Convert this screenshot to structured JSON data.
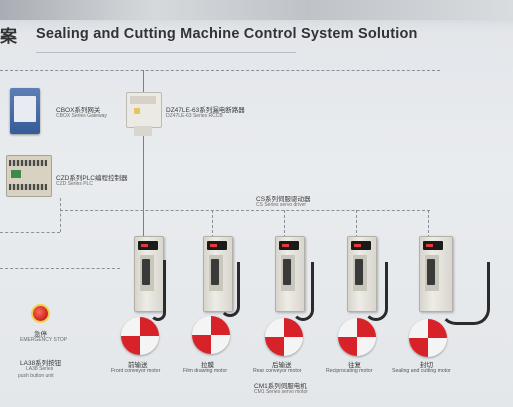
{
  "title_left": "案",
  "title": "Sealing and Cutting Machine Control System Solution",
  "colors": {
    "disc_red": "#d8222a",
    "disc_white": "#f4f4f4",
    "wire": "#7a8089"
  },
  "devices": {
    "gateway": {
      "cn": "CBOX系列网关",
      "en": "CBOX Series Gateway"
    },
    "breaker": {
      "cn": "DZ47LE-63系列漏电断路器",
      "en": "DZ47LE-63 Series RCCB"
    },
    "plc": {
      "cn": "CZD系列PLC编程控制器",
      "en": "CZD Series PLC"
    },
    "servo_series": {
      "cn": "CS系列伺服驱动器",
      "en": "CS Series servo driver"
    },
    "estop": {
      "cn": "急停",
      "en": "EMERGENCY STOP"
    },
    "button": {
      "cn": "LA38系列按钮",
      "en": "LA38 Series",
      "en2": "push button unit"
    },
    "motor_series": {
      "cn": "CM1系列伺服电机",
      "en": "CM1 Series servo motor"
    }
  },
  "motors": [
    {
      "cn": "前输送",
      "en": "Front conveyor motor"
    },
    {
      "cn": "拉膜",
      "en": "Film drawing motor"
    },
    {
      "cn": "后输送",
      "en": "Rear conveyor motor"
    },
    {
      "cn": "往复",
      "en": "Reciprocating motor"
    },
    {
      "cn": "封切",
      "en": "Sealing and cutting motor"
    }
  ]
}
